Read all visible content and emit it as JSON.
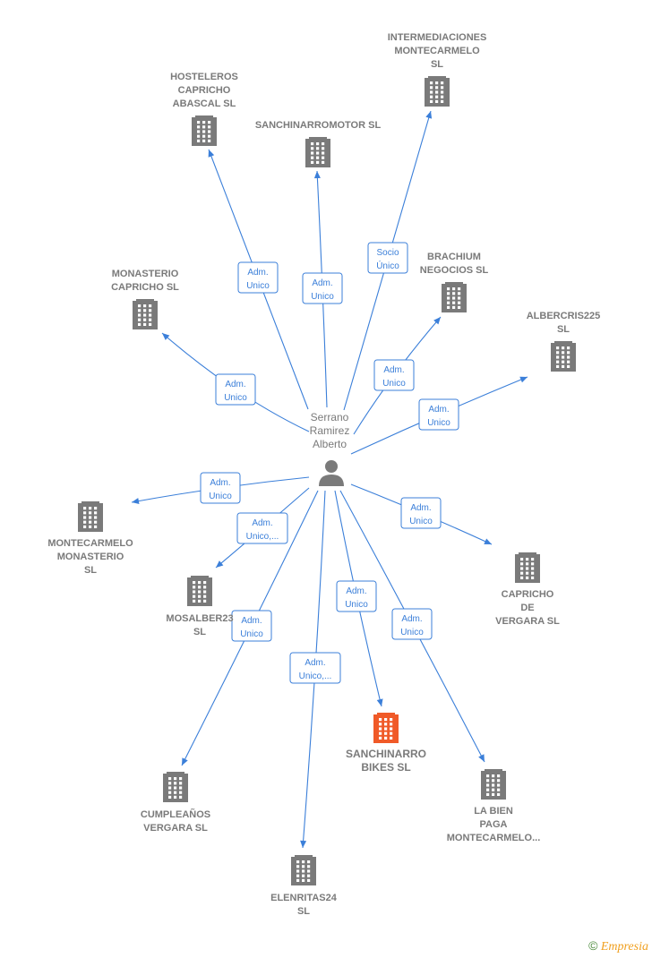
{
  "center": {
    "name_lines": [
      "Serrano",
      "Ramirez",
      "Alberto"
    ],
    "icon": "person-icon"
  },
  "nodes": [
    {
      "id": "intermediaciones",
      "lines": [
        "INTERMEDIACIONES",
        "MONTECARMELO",
        "SL"
      ],
      "highlight": false
    },
    {
      "id": "hosteleros",
      "lines": [
        "HOSTELEROS",
        "CAPRICHO",
        "ABASCAL  SL"
      ],
      "highlight": false
    },
    {
      "id": "sanchinarromotor",
      "lines": [
        "SANCHINARROMOTOR SL"
      ],
      "highlight": false
    },
    {
      "id": "brachium",
      "lines": [
        "BRACHIUM",
        "NEGOCIOS  SL"
      ],
      "highlight": false
    },
    {
      "id": "monasterio",
      "lines": [
        "MONASTERIO",
        "CAPRICHO  SL"
      ],
      "highlight": false
    },
    {
      "id": "albercris225",
      "lines": [
        "ALBERCRIS225",
        "SL"
      ],
      "highlight": false
    },
    {
      "id": "montecarmelo-monasterio",
      "lines": [
        "MONTECARMELO",
        "MONASTERIO",
        "SL"
      ],
      "highlight": false
    },
    {
      "id": "mosalber23",
      "lines": [
        "MOSALBER23",
        "SL"
      ],
      "highlight": false
    },
    {
      "id": "capricho-vergara",
      "lines": [
        "CAPRICHO",
        "DE",
        "VERGARA  SL"
      ],
      "highlight": false
    },
    {
      "id": "sanchinarro-bikes",
      "lines": [
        "SANCHINARRO",
        "BIKES  SL"
      ],
      "highlight": true
    },
    {
      "id": "cumpleanos",
      "lines": [
        "CUMPLEAÑOS",
        "VERGARA  SL"
      ],
      "highlight": false
    },
    {
      "id": "la-bien-paga",
      "lines": [
        "LA BIEN",
        "PAGA",
        "MONTECARMELO..."
      ],
      "highlight": false
    },
    {
      "id": "elenritas24",
      "lines": [
        "ELENRITAS24",
        "SL"
      ],
      "highlight": false
    }
  ],
  "edges": [
    {
      "to": "intermediaciones",
      "label_lines": [
        "Socio",
        "Único"
      ]
    },
    {
      "to": "hosteleros",
      "label_lines": [
        "Adm.",
        "Unico"
      ]
    },
    {
      "to": "sanchinarromotor",
      "label_lines": [
        "Adm.",
        "Unico"
      ]
    },
    {
      "to": "brachium",
      "label_lines": [
        "Adm.",
        "Unico"
      ]
    },
    {
      "to": "monasterio",
      "label_lines": [
        "Adm.",
        "Unico"
      ]
    },
    {
      "to": "albercris225",
      "label_lines": [
        "Adm.",
        "Unico"
      ]
    },
    {
      "to": "montecarmelo-monasterio",
      "label_lines": [
        "Adm.",
        "Unico"
      ]
    },
    {
      "to": "mosalber23",
      "label_lines": [
        "Adm.",
        "Unico,..."
      ]
    },
    {
      "to": "capricho-vergara",
      "label_lines": [
        "Adm.",
        "Unico"
      ]
    },
    {
      "to": "sanchinarro-bikes",
      "label_lines": [
        "Adm.",
        "Unico"
      ]
    },
    {
      "to": "cumpleanos",
      "label_lines": [
        "Adm.",
        "Unico"
      ]
    },
    {
      "to": "la-bien-paga",
      "label_lines": [
        "Adm.",
        "Unico"
      ]
    },
    {
      "to": "elenritas24",
      "label_lines": [
        "Adm.",
        "Unico,..."
      ]
    }
  ],
  "colors": {
    "edge": "#3b7fd9",
    "node": "#7a7a7a",
    "highlight": "#f05a28"
  },
  "footer": {
    "copyright": "©",
    "brand": "Empresia"
  }
}
